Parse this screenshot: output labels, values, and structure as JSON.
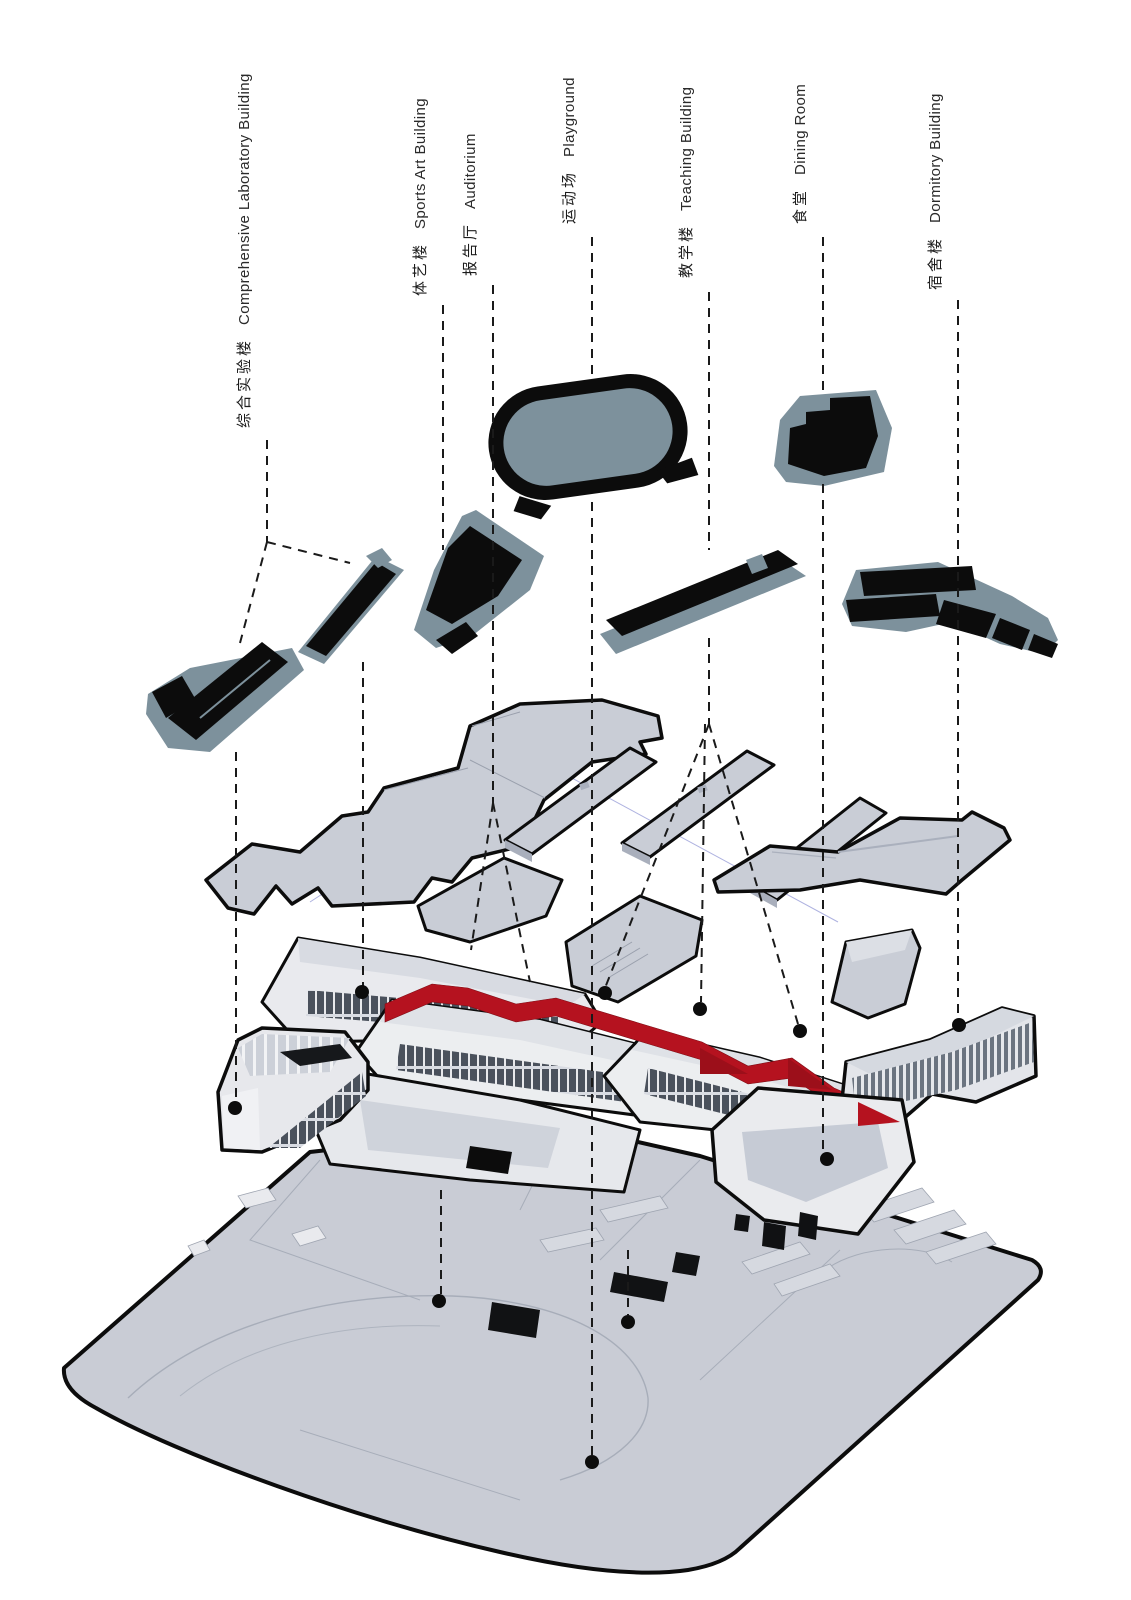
{
  "diagram": {
    "type": "exploded-axonometric-campus-diagram",
    "labels": [
      {
        "id": "comprehensive-laboratory-building",
        "zh": "综合实验楼",
        "en": "Comprehensive Laboratory Building"
      },
      {
        "id": "sports-art-building",
        "zh": "体艺楼",
        "en": "Sports Art Building"
      },
      {
        "id": "auditorium",
        "zh": "报告厅",
        "en": "Auditorium"
      },
      {
        "id": "playground",
        "zh": "运动场",
        "en": "Playground"
      },
      {
        "id": "teaching-building",
        "zh": "教学楼",
        "en": "Teaching Building"
      },
      {
        "id": "dining-room",
        "zh": "食堂",
        "en": "Dining Room"
      },
      {
        "id": "dormitory-building",
        "zh": "宿舍楼",
        "en": "Dormitory Building"
      }
    ]
  },
  "colors": {
    "background": "#ffffff",
    "leader_line": "#1a1a1a",
    "roof_black": "#0c0c0c",
    "roof_edge_slate": "#7d919c",
    "playground_infield": "#7d919c",
    "slab_gray": "#c9cdd6",
    "building_white": "#eceef0",
    "accent_red": "#b5121f",
    "site_plate_gray": "#c9ccd5"
  }
}
